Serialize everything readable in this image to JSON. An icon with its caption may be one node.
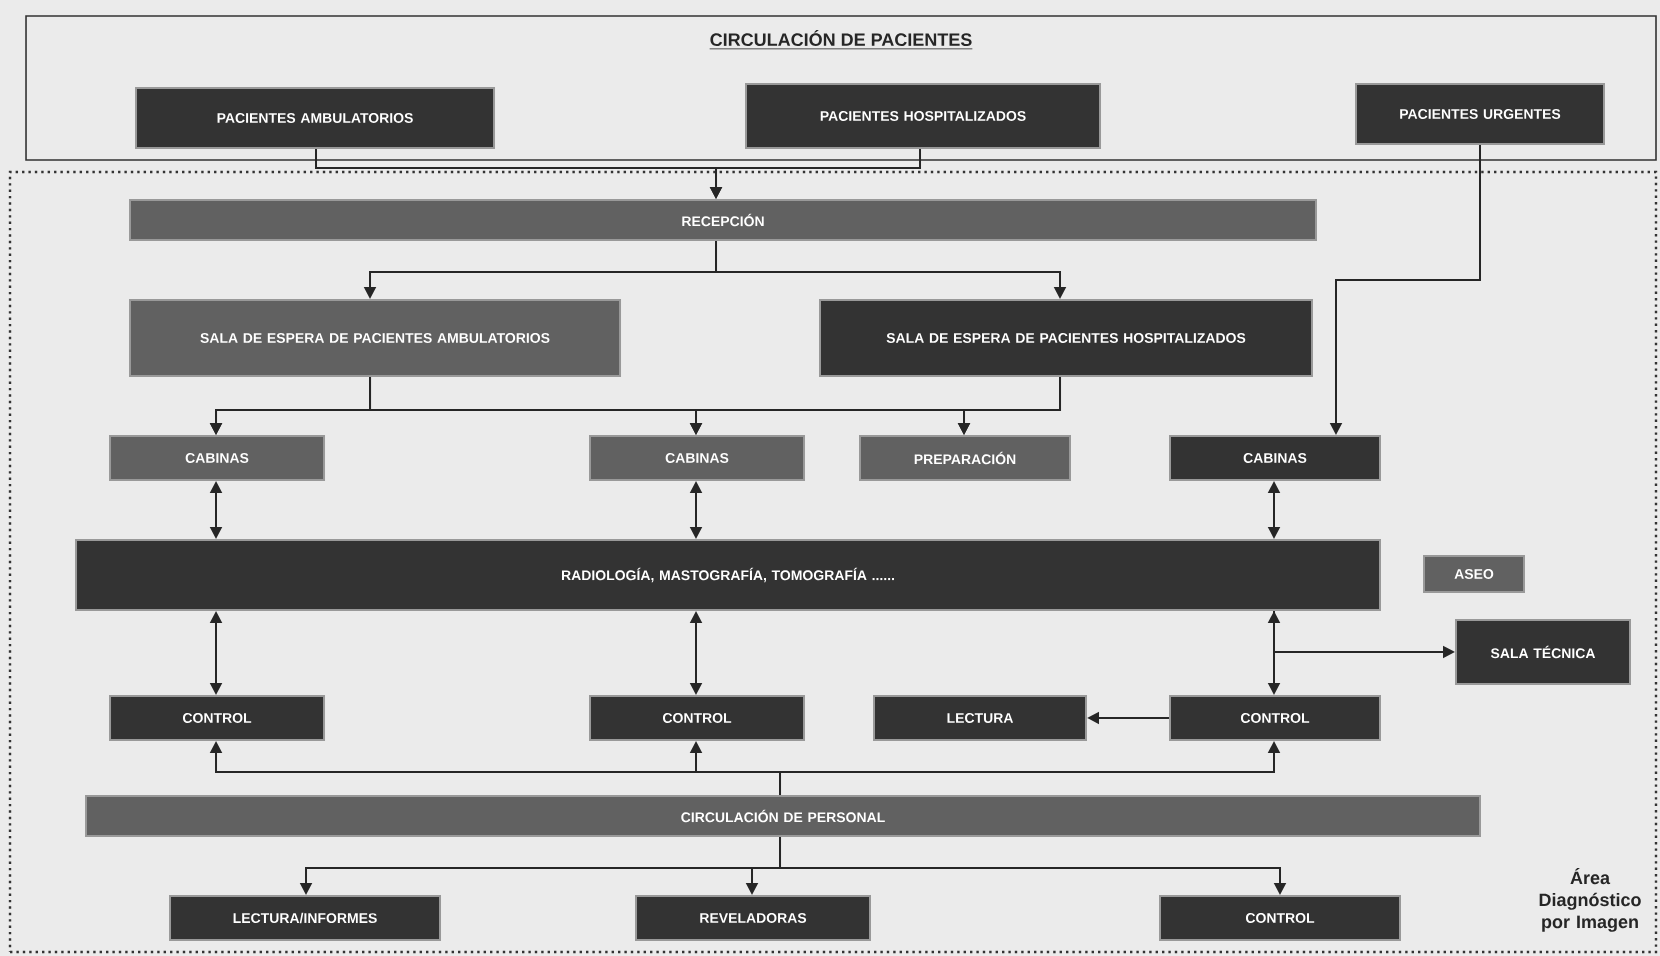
{
  "diagram": {
    "nodes": [
      {
        "text": [
          "CIRCULACIÓN DE PACIENTES"
        ]
      },
      {
        "text": [
          "PACIENTES AMBULATORIOS"
        ],
        "in": 0
      },
      {
        "text": [
          "PACIENTES HOSPITALIZADOS"
        ],
        "in": 0
      },
      {
        "text": [
          "PACIENTES URGENTES"
        ],
        "in": 0
      },
      {
        "text": [
          "Área Diagnóstico por Imagen"
        ]
      },
      {
        "text": [
          "RECEPCIÓN"
        ],
        "in": 4
      },
      {
        "text": [
          "SALA DE ESPERA DE PACIENTES AMBULATORIOS"
        ],
        "in": 4
      },
      {
        "text": [
          "SALA DE ESPERA DE PACIENTES HOSPITALIZADOS"
        ],
        "in": 4
      },
      {
        "text": [
          "CABINAS"
        ],
        "in": 4
      },
      {
        "text": [
          "CABINAS"
        ],
        "in": 4
      },
      {
        "text": [
          "PREPARACIÓN"
        ],
        "in": 4
      },
      {
        "text": [
          "CABINAS"
        ],
        "in": 4
      },
      {
        "text": [
          "RADIOLOGÍA, MASTOGRAFÍA, TOMOGRAFÍA ......"
        ],
        "in": 4
      },
      {
        "text": [
          "ASEO"
        ],
        "in": 4
      },
      {
        "text": [
          "SALA TÉCNICA"
        ],
        "in": 4
      },
      {
        "text": [
          "CONTROL"
        ],
        "in": 4
      },
      {
        "text": [
          "CONTROL"
        ],
        "in": 4
      },
      {
        "text": [
          "LECTURA"
        ],
        "in": 4
      },
      {
        "text": [
          "CONTROL"
        ],
        "in": 4
      },
      {
        "text": [
          "CIRCULACIÓN DE PERSONAL"
        ],
        "in": 4
      },
      {
        "text": [
          "LECTURA/INFORMES"
        ],
        "in": 4
      },
      {
        "text": [
          "REVELADORAS"
        ],
        "in": 4
      },
      {
        "text": [
          "CONTROL"
        ],
        "in": 4
      }
    ],
    "edges": [
      {
        "from": 1,
        "to": 5,
        "arrow": "to"
      },
      {
        "from": 2,
        "to": 5,
        "arrow": "to"
      },
      {
        "from": 3,
        "to": 11,
        "arrow": "to"
      },
      {
        "from": 5,
        "to": 6,
        "arrow": "to"
      },
      {
        "from": 5,
        "to": 7,
        "arrow": "to"
      },
      {
        "from": 6,
        "to": 8,
        "arrow": "to"
      },
      {
        "from": 6,
        "to": 9,
        "arrow": "to"
      },
      {
        "from": 6,
        "to": 10,
        "arrow": "to"
      },
      {
        "from": 7,
        "to": 8,
        "arrow": "to"
      },
      {
        "from": 7,
        "to": 9,
        "arrow": "to"
      },
      {
        "from": 7,
        "to": 10,
        "arrow": "to"
      },
      {
        "from": 8,
        "to": 12,
        "arrow": "both"
      },
      {
        "from": 9,
        "to": 12,
        "arrow": "both"
      },
      {
        "from": 11,
        "to": 12,
        "arrow": "both"
      },
      {
        "from": 12,
        "to": 15,
        "arrow": "both"
      },
      {
        "from": 12,
        "to": 16,
        "arrow": "both"
      },
      {
        "from": 12,
        "to": 18,
        "arrow": "both"
      },
      {
        "from": 12,
        "to": 14,
        "arrow": "to"
      },
      {
        "from": 18,
        "to": 17,
        "arrow": "to"
      },
      {
        "from": 19,
        "to": 15,
        "arrow": "to"
      },
      {
        "from": 19,
        "to": 16,
        "arrow": "to"
      },
      {
        "from": 19,
        "to": 18,
        "arrow": "to"
      },
      {
        "from": 19,
        "to": 20,
        "arrow": "to"
      },
      {
        "from": 19,
        "to": 21,
        "arrow": "to"
      },
      {
        "from": 19,
        "to": 22,
        "arrow": "to"
      }
    ]
  }
}
